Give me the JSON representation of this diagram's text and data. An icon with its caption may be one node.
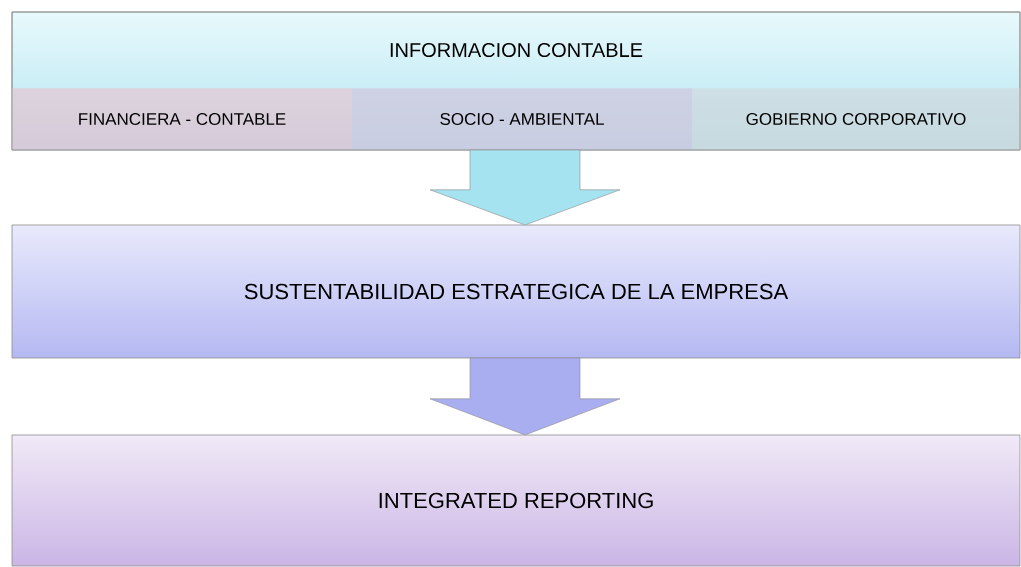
{
  "diagram": {
    "nodes": [
      {
        "text": [
          "INFORMACION CONTABLE"
        ]
      },
      {
        "text": [
          "FINANCIERA - CONTABLE"
        ],
        "in": 0
      },
      {
        "text": [
          "SOCIO - AMBIENTAL"
        ],
        "in": 0
      },
      {
        "text": [
          "GOBIERNO CORPORATIVO"
        ],
        "in": 0
      },
      {
        "text": [
          "SUSTENTABILIDAD ESTRATEGICA DE LA EMPRESA"
        ]
      },
      {
        "text": [
          "INTEGRATED REPORTING"
        ]
      }
    ],
    "edges": [
      {
        "from": 0,
        "to": 4,
        "arrow": "to",
        "style": "thick"
      },
      {
        "from": 4,
        "to": 5,
        "arrow": "to",
        "style": "thick"
      }
    ]
  }
}
